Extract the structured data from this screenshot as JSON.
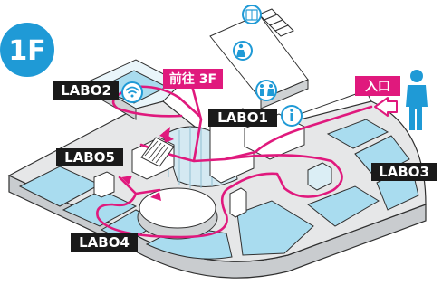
{
  "floor": {
    "label": "1F"
  },
  "colors": {
    "floor_badge": "#1f9ad6",
    "route": "#e0197d",
    "room_water": "#a9dcef",
    "room_top": "#ffffff",
    "outline": "#303030",
    "base": "#e3e3e3",
    "wall_side": "#cfd2d4",
    "label_bg": "#1a1a1a",
    "label_text": "#ffffff",
    "highlight_tag": "#e0197d",
    "visitor": "#1f9ad6"
  },
  "labs": [
    {
      "name": "LABO1"
    },
    {
      "name": "LABO2"
    },
    {
      "name": "LABO3"
    },
    {
      "name": "LABO4"
    },
    {
      "name": "LABO5"
    }
  ],
  "callouts": {
    "stairs_to_3f": "前往 3F",
    "entrance": "入口"
  },
  "icons": [
    {
      "name": "wifi-icon"
    },
    {
      "name": "information-icon"
    },
    {
      "name": "restroom-icon"
    },
    {
      "name": "mothers-room-icon"
    },
    {
      "name": "elevator-icon"
    },
    {
      "name": "visitor-person-icon"
    },
    {
      "name": "entrance-arrow-icon"
    },
    {
      "name": "escalator-icon"
    },
    {
      "name": "stairs-icon"
    }
  ]
}
